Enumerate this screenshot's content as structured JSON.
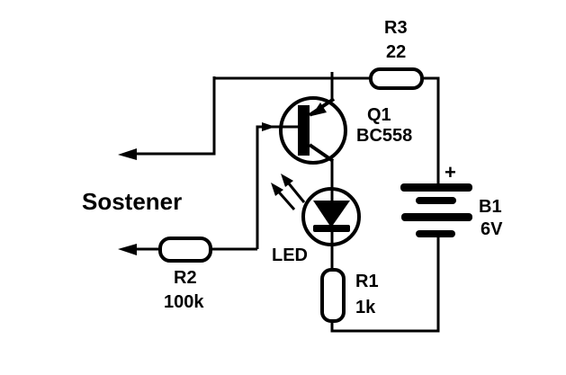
{
  "diagram": {
    "kind": "circuit-schematic",
    "background_color": "#ffffff",
    "ink_color": "#000000",
    "annotation_label": "Sostener",
    "battery_polarity_mark": "+",
    "components": {
      "r3": {
        "ref": "R3",
        "value": "22"
      },
      "q1": {
        "ref": "Q1",
        "value": "BC558"
      },
      "led": {
        "ref": "LED"
      },
      "r1": {
        "ref": "R1",
        "value": "1k"
      },
      "r2": {
        "ref": "R2",
        "value": "100k"
      },
      "b1": {
        "ref": "B1",
        "value": "6V"
      }
    }
  }
}
